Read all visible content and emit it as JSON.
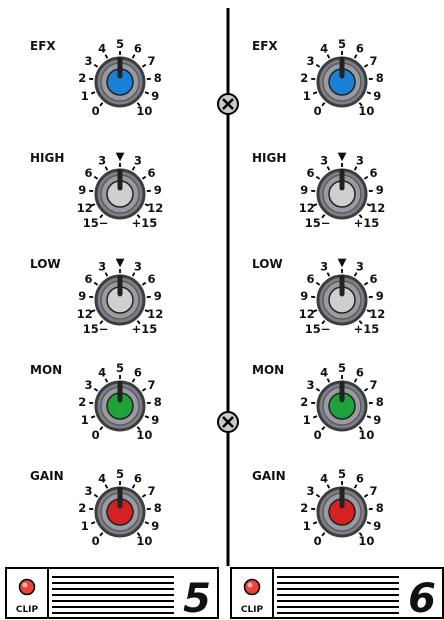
{
  "colors": {
    "efx_cap": "#1a7fd6",
    "neutral_cap": "#cfcfcf",
    "mon_cap": "#1fa23a",
    "gain_cap": "#d42121",
    "knob_body": "#7f8086",
    "knob_edge": "#3c3d42",
    "clip_led": "#e8433d"
  },
  "channels": [
    {
      "number": "5",
      "clip_label": "CLIP",
      "knobs": [
        {
          "label": "EFX",
          "scale": "level",
          "cap": "blue",
          "value": 5
        },
        {
          "label": "HIGH",
          "scale": "eq",
          "cap": "gray",
          "value": 0
        },
        {
          "label": "LOW",
          "scale": "eq",
          "cap": "gray",
          "value": 0
        },
        {
          "label": "MON",
          "scale": "level",
          "cap": "green",
          "value": 5
        },
        {
          "label": "GAIN",
          "scale": "level",
          "cap": "red",
          "value": 5
        }
      ]
    },
    {
      "number": "6",
      "clip_label": "CLIP",
      "knobs": [
        {
          "label": "EFX",
          "scale": "level",
          "cap": "blue",
          "value": 5
        },
        {
          "label": "HIGH",
          "scale": "eq",
          "cap": "gray",
          "value": 0
        },
        {
          "label": "LOW",
          "scale": "eq",
          "cap": "gray",
          "value": 0
        },
        {
          "label": "MON",
          "scale": "level",
          "cap": "green",
          "value": 5
        },
        {
          "label": "GAIN",
          "scale": "level",
          "cap": "red",
          "value": 5
        }
      ]
    }
  ],
  "scales": {
    "level": [
      "0",
      "1",
      "2",
      "3",
      "4",
      "5",
      "6",
      "7",
      "8",
      "9",
      "10"
    ],
    "eq": [
      "15−",
      "12",
      "9",
      "6",
      "3",
      "▼",
      "3",
      "6",
      "9",
      "12",
      "+15"
    ]
  },
  "icons": {
    "divider_screw": "screw-icon"
  }
}
